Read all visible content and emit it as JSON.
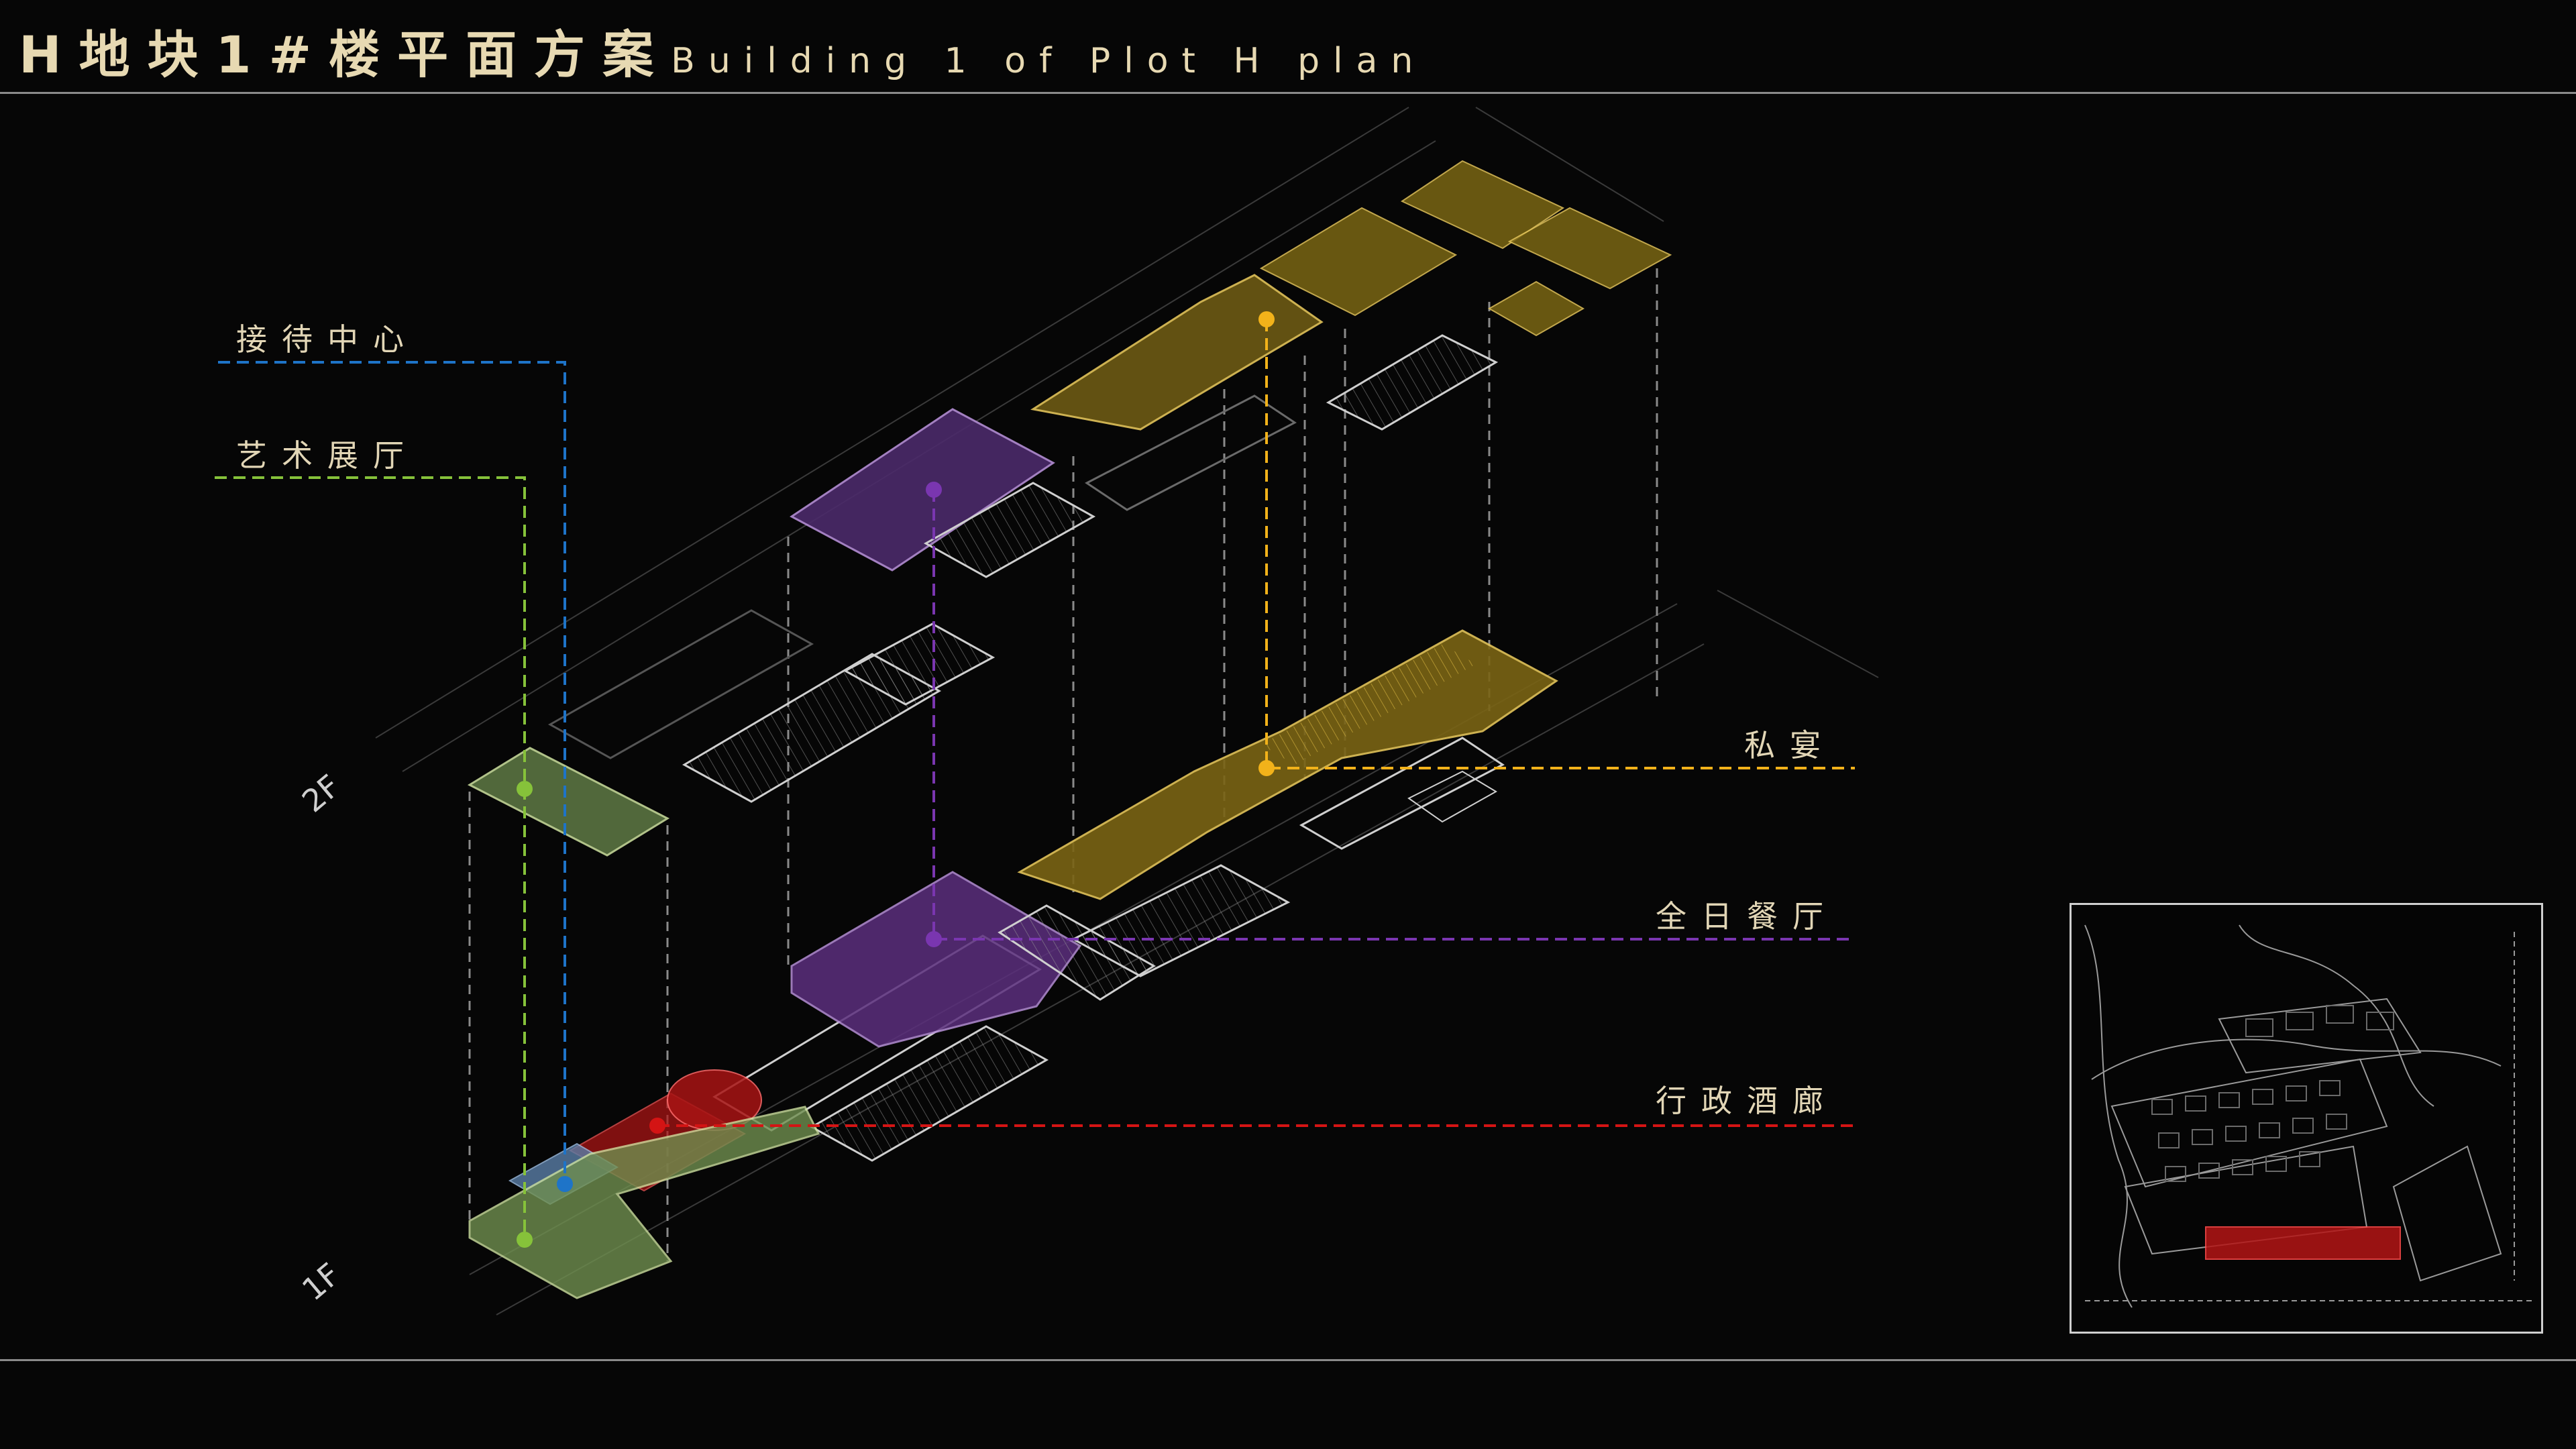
{
  "title": {
    "cn": "H地块1#楼平面方案",
    "en": "Building 1 of Plot H plan"
  },
  "labels": {
    "reception": "接待中心",
    "gallery": "艺术展厅",
    "private_dining": "私宴",
    "all_day_dining": "全日餐厅",
    "executive_lounge": "行政酒廊",
    "floor_2": "2F",
    "floor_1": "1F"
  },
  "colors": {
    "background": "#060606",
    "title_text": "#e7d9b2",
    "reception": "#1e74c8",
    "gallery": "#86c23a",
    "private_dining": "#f2b21a",
    "all_day_dining": "#7a36b0",
    "executive_lounge": "#d41414",
    "plan_line": "#cfcfcf"
  }
}
